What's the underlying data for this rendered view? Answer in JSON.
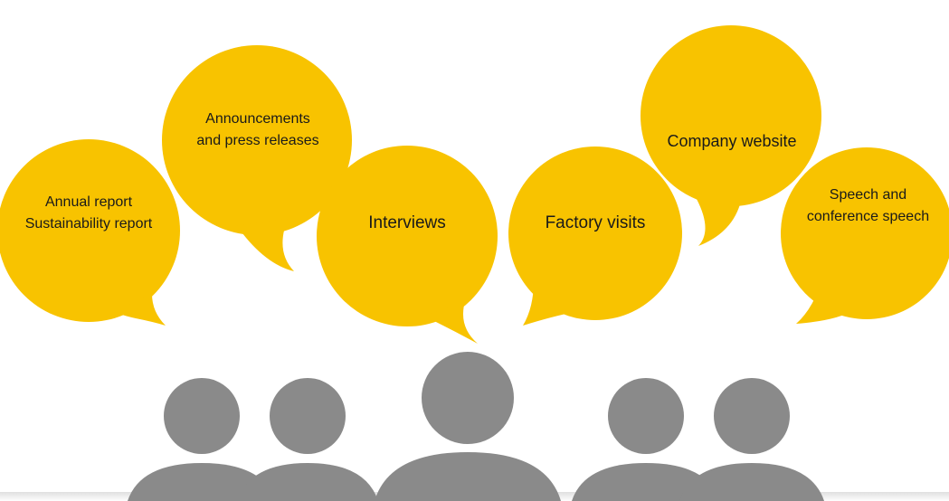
{
  "colors": {
    "bubble": "#F8C300",
    "people": "#8A8A8A",
    "background": "#FFFFFF",
    "text": "#1A1A1A"
  },
  "bubbles": [
    {
      "id": "annual-report",
      "lines": [
        "Annual report",
        "Sustainability report"
      ]
    },
    {
      "id": "announcements",
      "lines": [
        "Announcements",
        "and press releases"
      ]
    },
    {
      "id": "interviews",
      "lines": [
        "Interviews"
      ]
    },
    {
      "id": "factory-visits",
      "lines": [
        "Factory visits"
      ]
    },
    {
      "id": "company-website",
      "lines": [
        "Company website"
      ]
    },
    {
      "id": "speech",
      "lines": [
        "Speech and",
        "conference speech"
      ]
    }
  ],
  "audience": {
    "count": 5
  }
}
